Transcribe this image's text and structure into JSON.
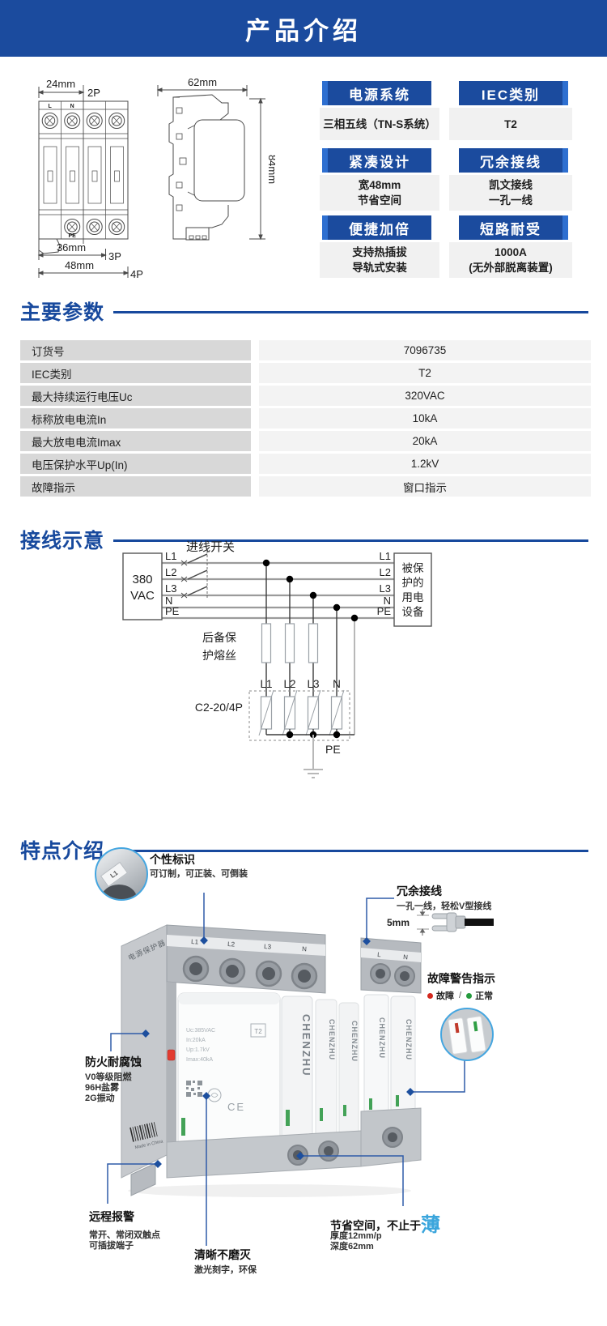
{
  "header": {
    "title": "产品介绍"
  },
  "colors": {
    "primary_blue": "#1b4b9e",
    "accent_blue": "#2e6fd0",
    "light_blue": "#45a6e0",
    "highlight_blue": "#3aa5dc",
    "fault_red": "#d3281e",
    "ok_green": "#259b3e",
    "table_label_bg": "#d8d8d8",
    "table_value_bg": "#f3f3f3"
  },
  "drawings": {
    "front": {
      "dim_top": "24mm",
      "pole_2": "2P",
      "terminal_l": "L",
      "terminal_n": "N",
      "terminal_pe": "PE",
      "dim_mid": "36mm",
      "pole_3": "3P",
      "dim_bottom": "48mm",
      "pole_4": "4P"
    },
    "side": {
      "dim_width": "62mm",
      "dim_height": "84mm"
    }
  },
  "badges": [
    {
      "title": "电源系统",
      "lines": [
        "三相五线（TN-S系统）"
      ]
    },
    {
      "title": "IEC类别",
      "lines": [
        "T2"
      ]
    },
    {
      "title": "紧凑设计",
      "lines": [
        "宽48mm",
        "节省空间"
      ]
    },
    {
      "title": "冗余接线",
      "lines": [
        "凯文接线",
        "一孔一线"
      ]
    },
    {
      "title": "便捷加倍",
      "lines": [
        "支持热插拔",
        "导轨式安装"
      ]
    },
    {
      "title": "短路耐受",
      "lines": [
        "1000A",
        "(无外部脱离装置)"
      ]
    }
  ],
  "params": {
    "title": "主要参数",
    "rows": [
      {
        "label": "订货号",
        "value": "7096735"
      },
      {
        "label": "IEC类别",
        "value": "T2"
      },
      {
        "label": "最大持续运行电压Uc",
        "value": "320VAC"
      },
      {
        "label": "标称放电电流In",
        "value": "10kA"
      },
      {
        "label": "最大放电电流Imax",
        "value": "20kA"
      },
      {
        "label": "电压保护水平Up(In)",
        "value": "1.2kV"
      },
      {
        "label": "故障指示",
        "value": "窗口指示"
      }
    ]
  },
  "wiring": {
    "title": "接线示意",
    "switch_label": "进线开关",
    "source": [
      "380",
      "VAC"
    ],
    "load": [
      "被保",
      "护的",
      "用电",
      "设备"
    ],
    "left_phases": [
      "L1",
      "L2",
      "L3",
      "N",
      "PE"
    ],
    "right_phases": [
      "L1",
      "L2",
      "L3",
      "N",
      "PE"
    ],
    "fuse_label": [
      "后备保",
      "护熔丝"
    ],
    "spd_model": "C2-20/4P",
    "spd_phases": [
      "L1",
      "L2",
      "L3",
      "N"
    ],
    "pe_label": "PE"
  },
  "features": {
    "title": "特点介绍",
    "custom_label": {
      "title": "个性标识",
      "line": "可订制，可正装、可倒装",
      "tag": "L1"
    },
    "redundant": {
      "title": "冗余接线",
      "line": "一孔一线，轻松V型接线",
      "dim": "5mm"
    },
    "fault": {
      "title": "故障警告指示",
      "fault_label": "故障",
      "separator": "/",
      "ok_label": "正常"
    },
    "fire": {
      "title": "防火耐腐蚀",
      "lines": [
        "V0等级阻燃",
        "96H盐雾",
        "2G振动"
      ]
    },
    "remote": {
      "title": "远程报警",
      "lines": [
        "常开、常闭双触点",
        "可插拔端子"
      ]
    },
    "laser": {
      "title": "清晰不磨灭",
      "line": "激光刻字，环保"
    },
    "space": {
      "title": "节省空间，不止于",
      "highlight": "薄",
      "lines": [
        "厚度12mm/p",
        "深度62mm"
      ]
    },
    "device": {
      "brand": "CHENZHU",
      "side_label": "电源保护器",
      "made_in": "Made in China",
      "t2": "T2",
      "ce": "CE",
      "terminals": [
        "L1",
        "L2",
        "L3",
        "N"
      ],
      "terminals_right": [
        "L",
        "N"
      ],
      "specs": [
        "Uc:385VAC",
        "In:20kA",
        "Up:1.7kV",
        "Imax:40kA"
      ]
    }
  }
}
